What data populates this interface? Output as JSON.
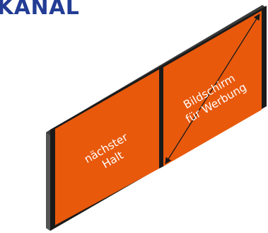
{
  "brand": {
    "text": "KANAL",
    "color": "#233d95"
  },
  "display": {
    "frame_color": "#1a1a1a",
    "screen_color": "#e8590c",
    "arrow_color": "#1a1a1a",
    "text_color": "#ffffff",
    "left_panel": {
      "line1": "nächster",
      "line2": "Halt"
    },
    "right_panel": {
      "line1": "Bildschirm",
      "line2": "für Werbung"
    }
  }
}
